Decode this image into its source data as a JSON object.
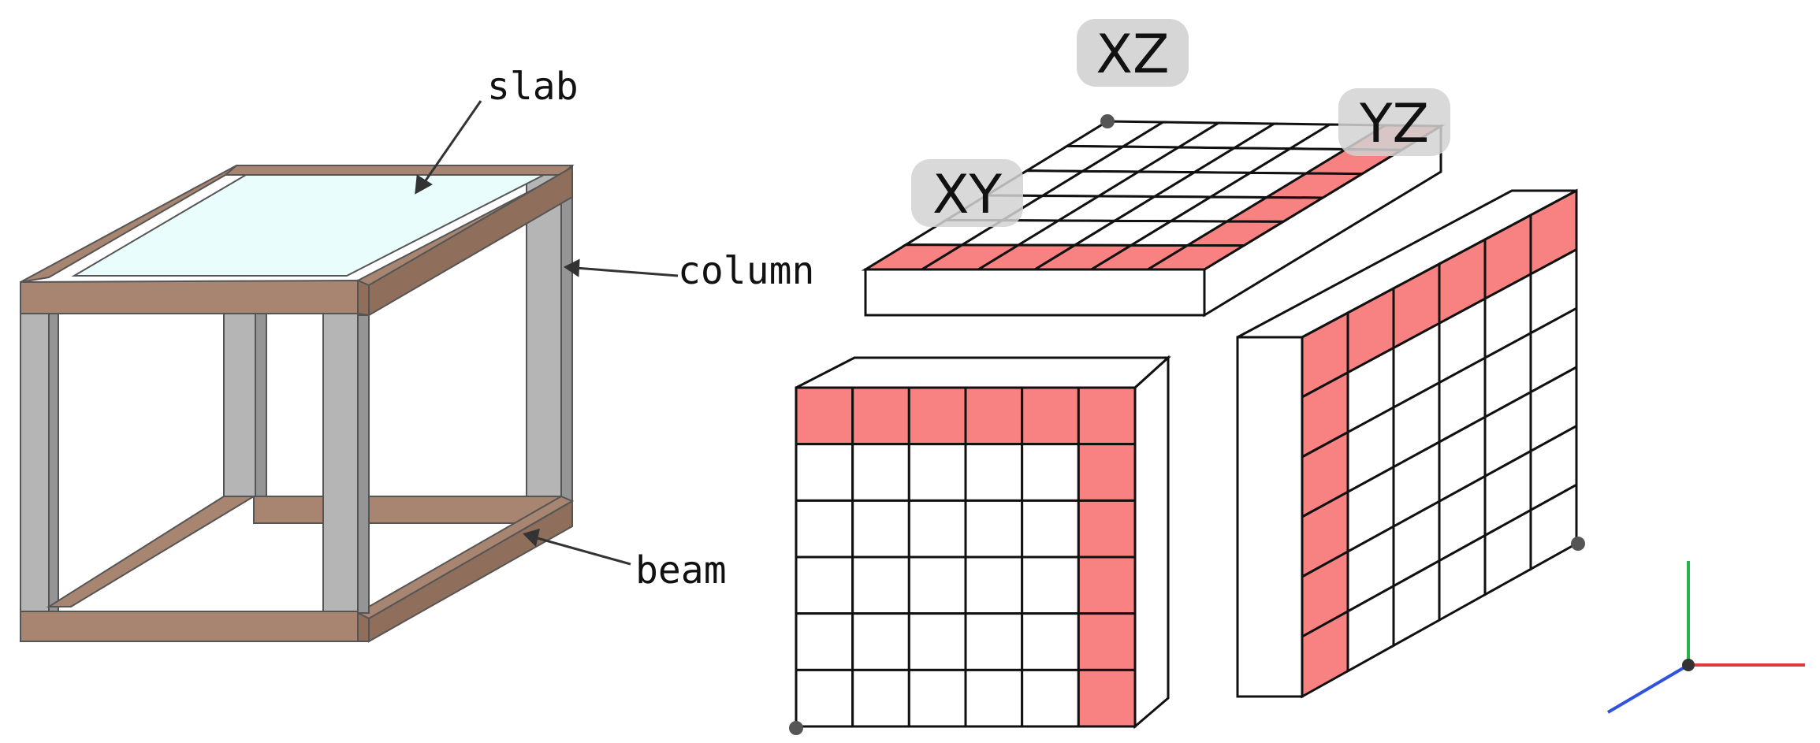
{
  "labels": {
    "slab": "slab",
    "column": "column",
    "beam": "beam"
  },
  "planes": {
    "xz": "XZ",
    "yz": "YZ",
    "xy": "XY"
  },
  "grid": {
    "rows": 6,
    "cols": 6
  },
  "colors": {
    "beam": "#a88571",
    "beam_dark": "#8f6e5c",
    "column": "#b5b5b5",
    "column_dark": "#959595",
    "slab": "#eafdfd",
    "highlight": "#f88282",
    "tag_bg": "#d2d2d2",
    "axis_x": "#e23a3a",
    "axis_y": "#2ab24a",
    "axis_z": "#2f52e0",
    "dot": "#555555"
  }
}
